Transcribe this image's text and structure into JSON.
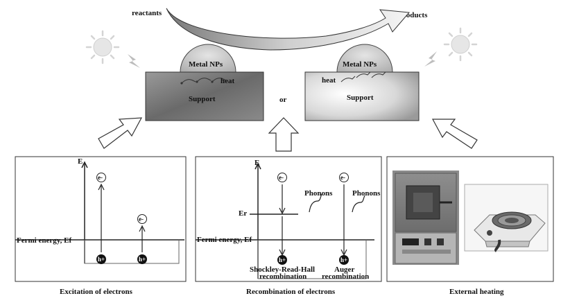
{
  "top": {
    "reactants_label": "reactants",
    "products_label": "products",
    "or_label": "or",
    "left_block": {
      "np_label": "Metal NPs",
      "heat_label": "heat",
      "support_label": "Support"
    },
    "right_block": {
      "np_label": "Metal NPs",
      "heat_label": "heat",
      "support_label": "Support"
    }
  },
  "panel_excitation": {
    "axis_label": "E",
    "fermi_label": "Fermi energy, Ef",
    "electron_label": "e-",
    "hole_label": "h+",
    "caption": "Excitation of electrons"
  },
  "panel_recombination": {
    "axis_label": "E",
    "er_label": "Er",
    "fermi_label": "Fermi energy, Ef",
    "electron_label": "e-",
    "hole_label": "h+",
    "phonons_label": "Phonons",
    "srh_label_line1": "Shockley-Read-Hall",
    "srh_label_line2": "recombination",
    "auger_label_line1": "Auger",
    "auger_label_line2": "recombination",
    "caption": "Recombination of electrons"
  },
  "panel_heating": {
    "caption": "External heating"
  },
  "colors": {
    "ink": "#111111",
    "sun": "#dcdcdc",
    "support_dark": "#6e6e6e",
    "support_light": "#d0d0d0"
  }
}
